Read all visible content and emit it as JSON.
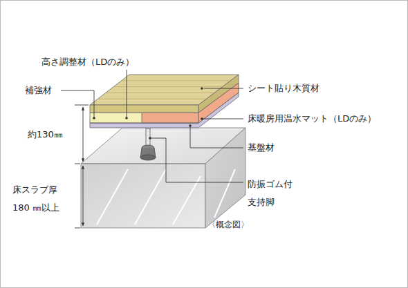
{
  "diagram": {
    "labels": [
      "高さ調整材（LDのみ）",
      "補強材",
      "シート貼り木質材",
      "床暖房用温水マット（LDのみ）",
      "約130㎜",
      "基盤材",
      "床スラブ厚 180 ㎜以上",
      "防振ゴム付 支持脚",
      "〈概念図〉"
    ]
  }
}
